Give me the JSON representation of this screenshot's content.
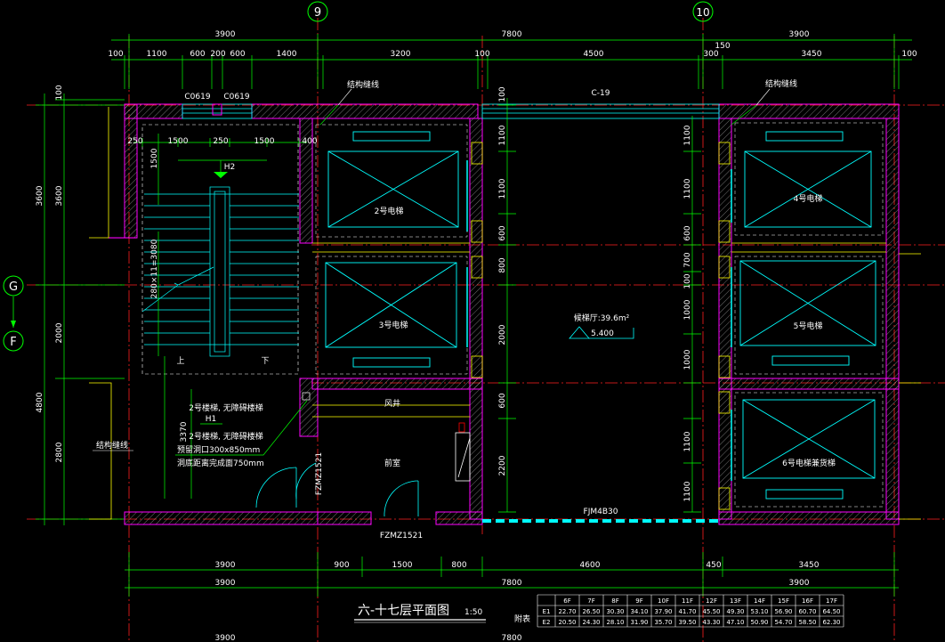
{
  "colors": {
    "background": "#000000",
    "dimension": "#00ff00",
    "axis": "#ff2020",
    "wall": "#ff00ff",
    "equipment": "#00ffff",
    "annotation": "#ffffff",
    "yellow": "#ffff00"
  },
  "axes": {
    "left": "9",
    "right": "10",
    "g": "G",
    "f": "F"
  },
  "top_dims": {
    "row1": [
      "3900",
      "7800",
      "3900"
    ],
    "row2": [
      "100",
      "1100",
      "600",
      "200",
      "600",
      "1400",
      "3200",
      "100",
      "4500",
      "300",
      "150",
      "3450",
      "100"
    ]
  },
  "left_dims": {
    "outer": [
      "3600",
      "4800"
    ],
    "inner": [
      "100",
      "3600",
      "2000",
      "2800"
    ]
  },
  "stair_dims": [
    "250",
    "1500",
    "250",
    "1500",
    "400"
  ],
  "stair_side_dims": [
    "1500",
    "280×11=3080",
    "3370"
  ],
  "shaft_dims_left": [
    "100",
    "1100",
    "1100",
    "600",
    "800",
    "2000",
    "600",
    "2200"
  ],
  "shaft_dims_right": [
    "1100",
    "1100",
    "600",
    "700",
    "100",
    "1000",
    "1000",
    "1100",
    "1100"
  ],
  "bottom_dims": {
    "row1": [
      "3900",
      "900",
      "1500",
      "800",
      "4600",
      "450",
      "3450"
    ],
    "row2": [
      "3900",
      "7800",
      "3900"
    ],
    "row3": [
      "3900",
      "7800"
    ]
  },
  "labels": {
    "window1": "C0619",
    "window2": "C0619",
    "window_big": "C-19",
    "struct_line1": "结构缝线",
    "struct_line2": "结构缝线",
    "struct_line3": "结构缝线",
    "h2": "H2",
    "h1": "H1",
    "up": "上",
    "down": "下",
    "elev2": "2号电梯",
    "elev3": "3号电梯",
    "elev4": "4号电梯",
    "elev5": "5号电梯",
    "elev6": "6号电梯兼货梯",
    "wind": "风井",
    "front_room": "前室",
    "lobby": "候梯厅:39.6m²",
    "level": "5.400",
    "fzm1": "FZMZ1521",
    "fzm2": "FZMZ1521",
    "fjm": "FJM4B30",
    "note1": "2号楼梯, 无障碍楼梯",
    "note2": "2号楼梯, 无障碍楼梯",
    "note3": "预留洞口300x850mm",
    "note4": "洞底距离完成面750mm"
  },
  "title": {
    "text": "六-十七层平面图",
    "scale": "1:50"
  },
  "floor_table": {
    "side_label": "附表",
    "header": [
      "6F",
      "7F",
      "8F",
      "9F",
      "10F",
      "11F",
      "12F",
      "13F",
      "14F",
      "15F",
      "16F",
      "17F"
    ],
    "rows": [
      {
        "name": "E1",
        "values": [
          "22.70",
          "26.50",
          "30.30",
          "34.10",
          "37.90",
          "41.70",
          "45.50",
          "49.30",
          "53.10",
          "56.90",
          "60.70",
          "64.50"
        ]
      },
      {
        "name": "E2",
        "values": [
          "20.50",
          "24.30",
          "28.10",
          "31.90",
          "35.70",
          "39.50",
          "43.30",
          "47.10",
          "50.90",
          "54.70",
          "58.50",
          "62.30"
        ]
      }
    ]
  }
}
